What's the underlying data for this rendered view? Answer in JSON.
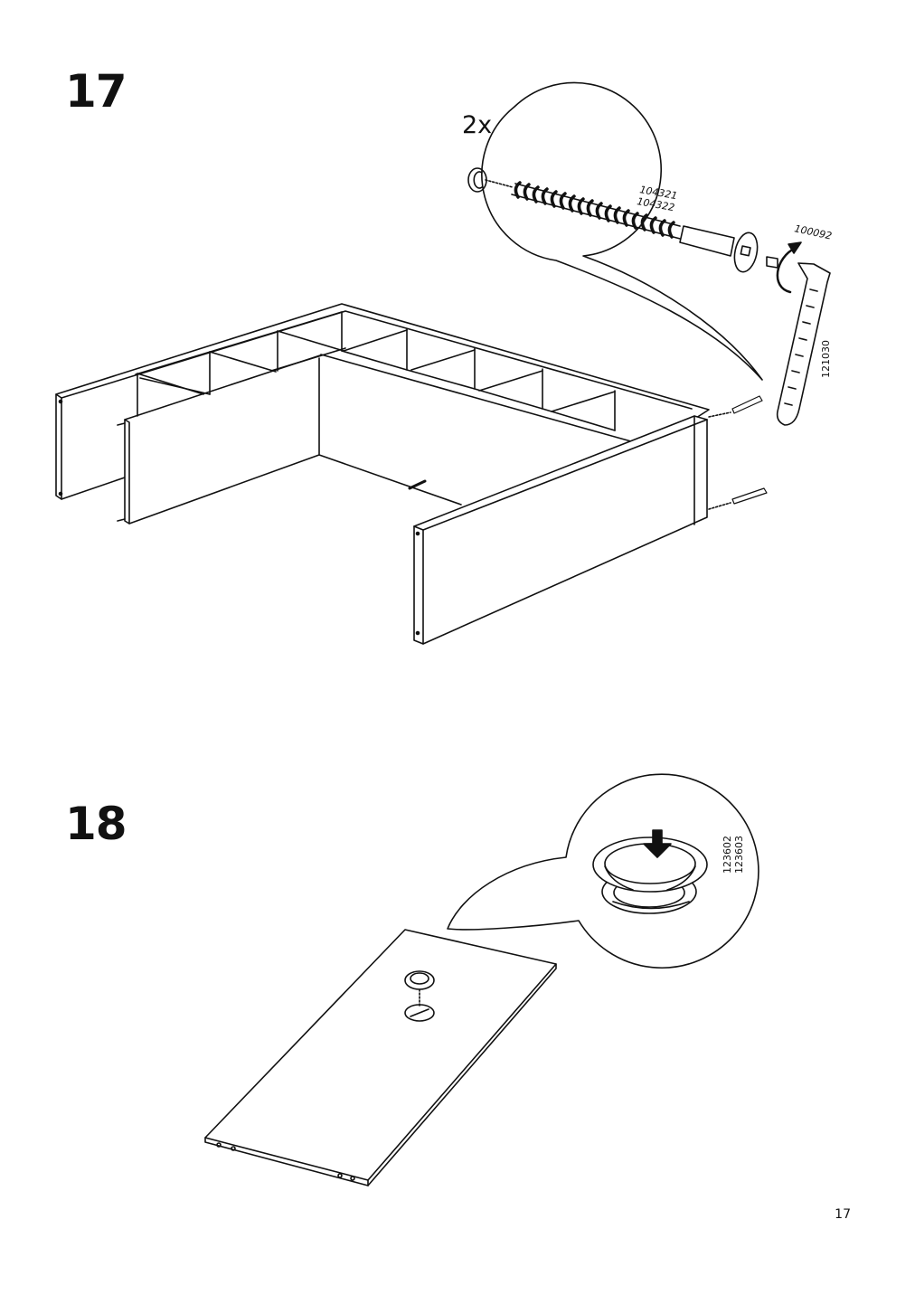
{
  "page_number": "17",
  "steps": [
    {
      "number": "17",
      "quantity": "2x",
      "part_codes_screw": [
        "104321",
        "104322"
      ],
      "part_code_dowel": "100092",
      "part_code_tool": "121030"
    },
    {
      "number": "18",
      "part_codes_grommet": [
        "123602",
        "123603"
      ]
    }
  ]
}
